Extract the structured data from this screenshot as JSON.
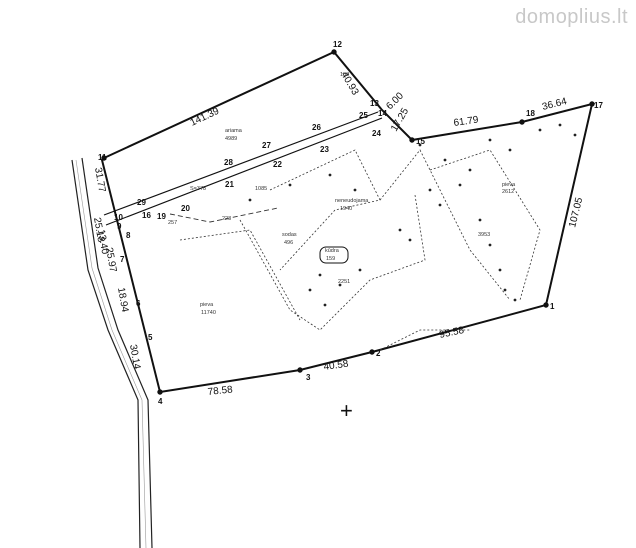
{
  "watermark": "domoplius.lt",
  "points": [
    "1",
    "2",
    "3",
    "4",
    "5",
    "6",
    "7",
    "8",
    "9",
    "10",
    "11",
    "12",
    "13",
    "14",
    "15",
    "16",
    "17",
    "18",
    "19",
    "20",
    "21",
    "22",
    "23",
    "24",
    "25",
    "26",
    "27",
    "28",
    "29"
  ],
  "dimensions": [
    "141.39",
    "40.93",
    "6.00",
    "17.25",
    "61.79",
    "36.64",
    "107.05",
    "95.58",
    "40.58",
    "78.58",
    "30.14",
    "18.94",
    "25.97",
    "13.40",
    "25.18",
    "31.77"
  ],
  "areas": [
    {
      "label": "ariama",
      "value": "4989"
    },
    {
      "label": "neneudojama",
      "value": "1940"
    },
    {
      "label": "sodas",
      "value": "496"
    },
    {
      "label": "kūdra",
      "value": "159"
    },
    {
      "label": "pieva",
      "value": "2612"
    },
    {
      "label": "pieva",
      "value": "11740"
    },
    {
      "label": "",
      "value": "1085"
    },
    {
      "label": "",
      "value": "3953"
    },
    {
      "label": "",
      "value": "2251"
    },
    {
      "label": "",
      "value": "138"
    },
    {
      "label": "",
      "value": "257"
    },
    {
      "label": "",
      "value": "223"
    },
    {
      "label": "",
      "value": "S=378"
    }
  ],
  "legend_marker": "+"
}
